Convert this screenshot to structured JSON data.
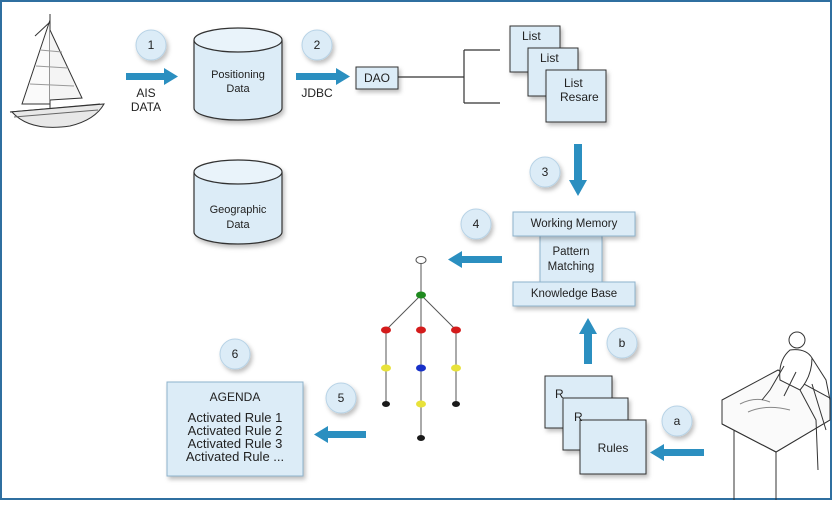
{
  "colors": {
    "frame": "#2f6fa0",
    "arrow": "#2b8fc0",
    "badge_fill": "#dcecf7",
    "box_fill": "#dcecf7",
    "box_stroke": "#8eb3cc",
    "node_white": "#ffffff",
    "node_green": "#1f8a1f",
    "node_red": "#d41b1b",
    "node_yellow": "#e8e23a",
    "node_blue": "#1730c8",
    "node_black": "#1a1a1a"
  },
  "steps": {
    "s1": "1",
    "s2": "2",
    "s3": "3",
    "s4": "4",
    "s5": "5",
    "s6": "6",
    "sa": "a",
    "sb": "b"
  },
  "labels": {
    "ais": "AIS",
    "ais_data": "DATA",
    "jdbc": "JDBC",
    "dao": "DAO",
    "positioning_1": "Positioning",
    "positioning_2": "Data",
    "geographic_1": "Geographic",
    "geographic_2": "Data",
    "list_1": "List",
    "list_2": "List",
    "list_3": "List",
    "list_resare": "Resare",
    "working_memory": "Working Memory",
    "pattern_1": "Pattern",
    "pattern_2": "Matching",
    "knowledge_base": "Knowledge Base",
    "rules_r1": "R",
    "rules_r2": "R",
    "rules": "Rules"
  },
  "agenda": {
    "title": "AGENDA",
    "items": [
      "Activated Rule 1",
      "Activated Rule 2",
      "Activated Rule 3",
      "Activated Rule ..."
    ]
  },
  "icons": {
    "ship": "sailing-ship-icon",
    "person": "person-at-table-icon",
    "network": "rete-network-icon"
  }
}
